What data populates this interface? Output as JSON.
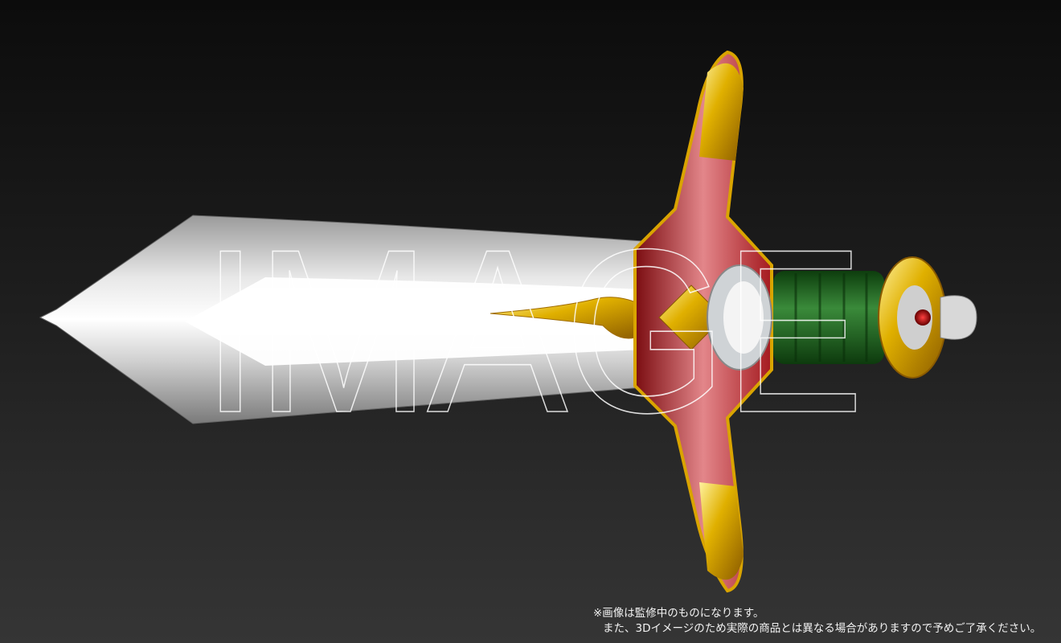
{
  "watermark": "IMAGE",
  "disclaimer": {
    "line1": "※画像は監修中のものになります。",
    "line2": "また、3Dイメージのため実際の商品とは異なる場合がありますので予めご了承ください。"
  },
  "colors": {
    "blade": "#c9c9c9",
    "gold": "#d9a400",
    "red": "#c1282c",
    "grip": "#1f6a1f"
  }
}
